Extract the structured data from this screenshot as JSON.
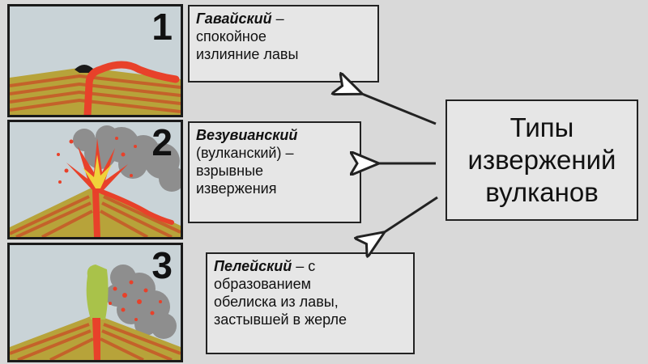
{
  "panels": [
    {
      "number": "1"
    },
    {
      "number": "2"
    },
    {
      "number": "3"
    }
  ],
  "types": [
    {
      "name": "Гавайский",
      "rest": " –",
      "lines": [
        "спокойное",
        "излияние лавы"
      ]
    },
    {
      "name": "Везувианский",
      "rest": "",
      "lines": [
        "(вулканский) –",
        "взрывные",
        "извержения"
      ]
    },
    {
      "name": "Пелейский",
      "rest": " – с",
      "lines": [
        "образованием",
        "обелиска из лавы,",
        "застывшей в жерле"
      ]
    }
  ],
  "main": {
    "lines": [
      "Типы",
      "извержений",
      "вулканов"
    ]
  },
  "colors": {
    "lava": "#e8412a",
    "ground_light": "#b7a33a",
    "ground_stripe": "#c4622a",
    "ash": "#8e8e8e",
    "obelisk": "#a9c24a",
    "sky": "#c9d3d7"
  }
}
